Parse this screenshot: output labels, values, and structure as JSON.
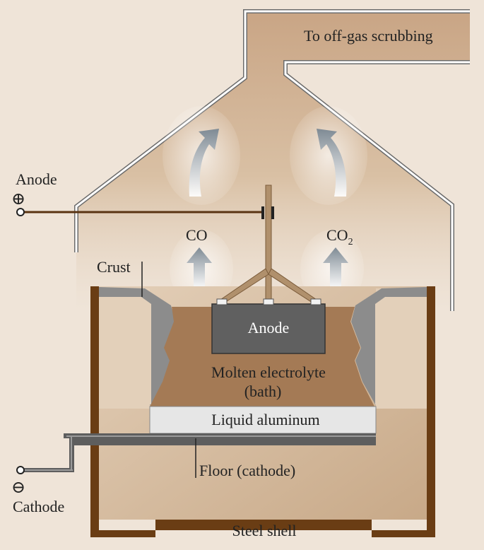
{
  "labels": {
    "offgas": "To off-gas scrubbing",
    "anode_terminal": "Anode",
    "plus_symbol": "⊕",
    "cathode_terminal": "Cathode",
    "minus_symbol": "⊖",
    "co": "CO",
    "co2_base": "CO",
    "co2_sub": "2",
    "crust": "Crust",
    "anode_block": "Anode",
    "electrolyte_line1": "Molten electrolyte",
    "electrolyte_line2": "(bath)",
    "liquid_aluminum": "Liquid aluminum",
    "floor": "Floor (cathode)",
    "steel_shell": "Steel shell"
  },
  "colors": {
    "background": "#efe4d8",
    "hood_fill": "#c9a585",
    "hood_wall": "#6b6b6b",
    "shell": "#6a3d14",
    "bath": "#a47a55",
    "aluminum": "#e6e6e6",
    "cathode_bar": "#5e5e5e",
    "crust": "#8c8c8c",
    "anode_block": "#606060",
    "rod": "#b0906c",
    "wire": "#5a3412"
  }
}
